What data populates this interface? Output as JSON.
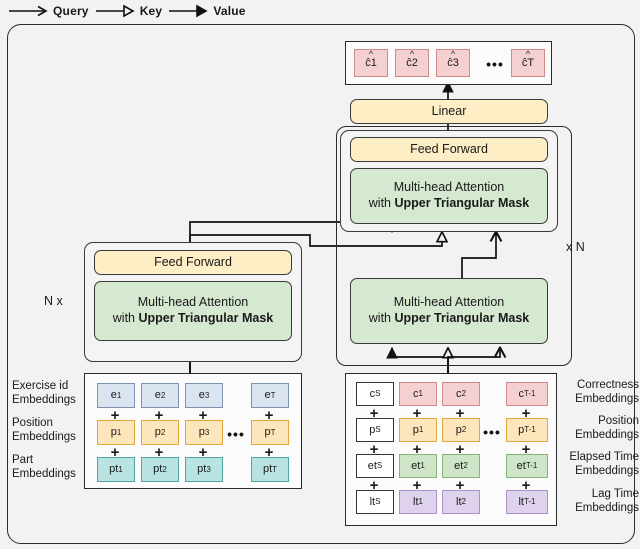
{
  "legend": {
    "items": [
      {
        "name": "query",
        "label": "Query",
        "arrow": "thin-open-arrow"
      },
      {
        "name": "key",
        "label": "Key",
        "arrow": "hollow-triangle-arrow"
      },
      {
        "name": "value",
        "label": "Value",
        "arrow": "filled-triangle-arrow"
      }
    ]
  },
  "output": {
    "tokens": [
      "ĉ1",
      "ĉ2",
      "ĉ3",
      "ĉT"
    ],
    "token_bases": [
      "c",
      "c",
      "c",
      "c"
    ],
    "token_subs": [
      "1",
      "2",
      "3",
      "T"
    ],
    "ellipsis": "•••"
  },
  "decoder": {
    "linear_label": "Linear",
    "feed_forward_label": "Feed Forward",
    "attention_line1": "Multi-head Attention",
    "attention_line2_prefix": "with ",
    "attention_line2_bold": "Upper Triangular Mask",
    "repeat_label": "x N"
  },
  "encoder": {
    "feed_forward_label": "Feed Forward",
    "attention_line1": "Multi-head Attention",
    "attention_line2_prefix": "with ",
    "attention_line2_bold": "Upper Triangular Mask",
    "repeat_label": "N x"
  },
  "encoder_inputs": {
    "rows": [
      {
        "name": "exercise-id",
        "label": "Exercise id\nEmbeddings",
        "label_l1": "Exercise id",
        "label_l2": "Embeddings",
        "color": "blue",
        "tokens": [
          {
            "base": "e",
            "sub": "1"
          },
          {
            "base": "e",
            "sub": "2"
          },
          {
            "base": "e",
            "sub": "3"
          },
          {
            "base": "e",
            "sub": "T"
          }
        ]
      },
      {
        "name": "position",
        "label": "Position\nEmbeddings",
        "label_l1": "Position",
        "label_l2": "Embeddings",
        "color": "yellow",
        "tokens": [
          {
            "base": "p",
            "sub": "1"
          },
          {
            "base": "p",
            "sub": "2"
          },
          {
            "base": "p",
            "sub": "3"
          },
          {
            "base": "p",
            "sub": "T"
          }
        ]
      },
      {
        "name": "part",
        "label": "Part\nEmbeddings",
        "label_l1": "Part",
        "label_l2": "Embeddings",
        "color": "teal",
        "tokens": [
          {
            "base": "pt",
            "sub": "1"
          },
          {
            "base": "pt",
            "sub": "2"
          },
          {
            "base": "pt",
            "sub": "3"
          },
          {
            "base": "pt",
            "sub": "T"
          }
        ]
      }
    ],
    "plus": "+",
    "ellipsis": "•••"
  },
  "decoder_inputs": {
    "rows": [
      {
        "name": "correctness",
        "label_l1": "Correctness",
        "label_l2": "Embeddings",
        "color": "pink",
        "tokens": [
          {
            "base": "c",
            "sub": "S",
            "start": true
          },
          {
            "base": "c",
            "sub": "1"
          },
          {
            "base": "c",
            "sub": "2"
          },
          {
            "base": "c",
            "sub": "T-1"
          }
        ]
      },
      {
        "name": "position",
        "label_l1": "Position",
        "label_l2": "Embeddings",
        "color": "yellow",
        "tokens": [
          {
            "base": "p",
            "sub": "S",
            "start": true
          },
          {
            "base": "p",
            "sub": "1"
          },
          {
            "base": "p",
            "sub": "2"
          },
          {
            "base": "p",
            "sub": "T-1"
          }
        ]
      },
      {
        "name": "elapsed-time",
        "label_l1": "Elapsed Time",
        "label_l2": "Embeddings",
        "color": "green",
        "tokens": [
          {
            "base": "et",
            "sub": "S",
            "start": true
          },
          {
            "base": "et",
            "sub": "1"
          },
          {
            "base": "et",
            "sub": "2"
          },
          {
            "base": "et",
            "sub": "T-1"
          }
        ]
      },
      {
        "name": "lag-time",
        "label_l1": "Lag Time",
        "label_l2": "Embeddings",
        "color": "purple",
        "tokens": [
          {
            "base": "lt",
            "sub": "S",
            "start": true
          },
          {
            "base": "lt",
            "sub": "1"
          },
          {
            "base": "lt",
            "sub": "2"
          },
          {
            "base": "lt",
            "sub": "T-1"
          }
        ]
      }
    ],
    "plus": "+",
    "ellipsis": "•••"
  },
  "colors": {
    "feed_forward": "#fdeec6",
    "attention": "#d5e8d0",
    "exercise": "#dbe5f1",
    "position": "#fde6bb",
    "part": "#b9e3e3",
    "correctness": "#f4d0d0",
    "elapsed_time": "#cfe5c7",
    "lag_time": "#ded2ec",
    "stroke": "#2b2b2b",
    "background": "#f2f2f2"
  }
}
